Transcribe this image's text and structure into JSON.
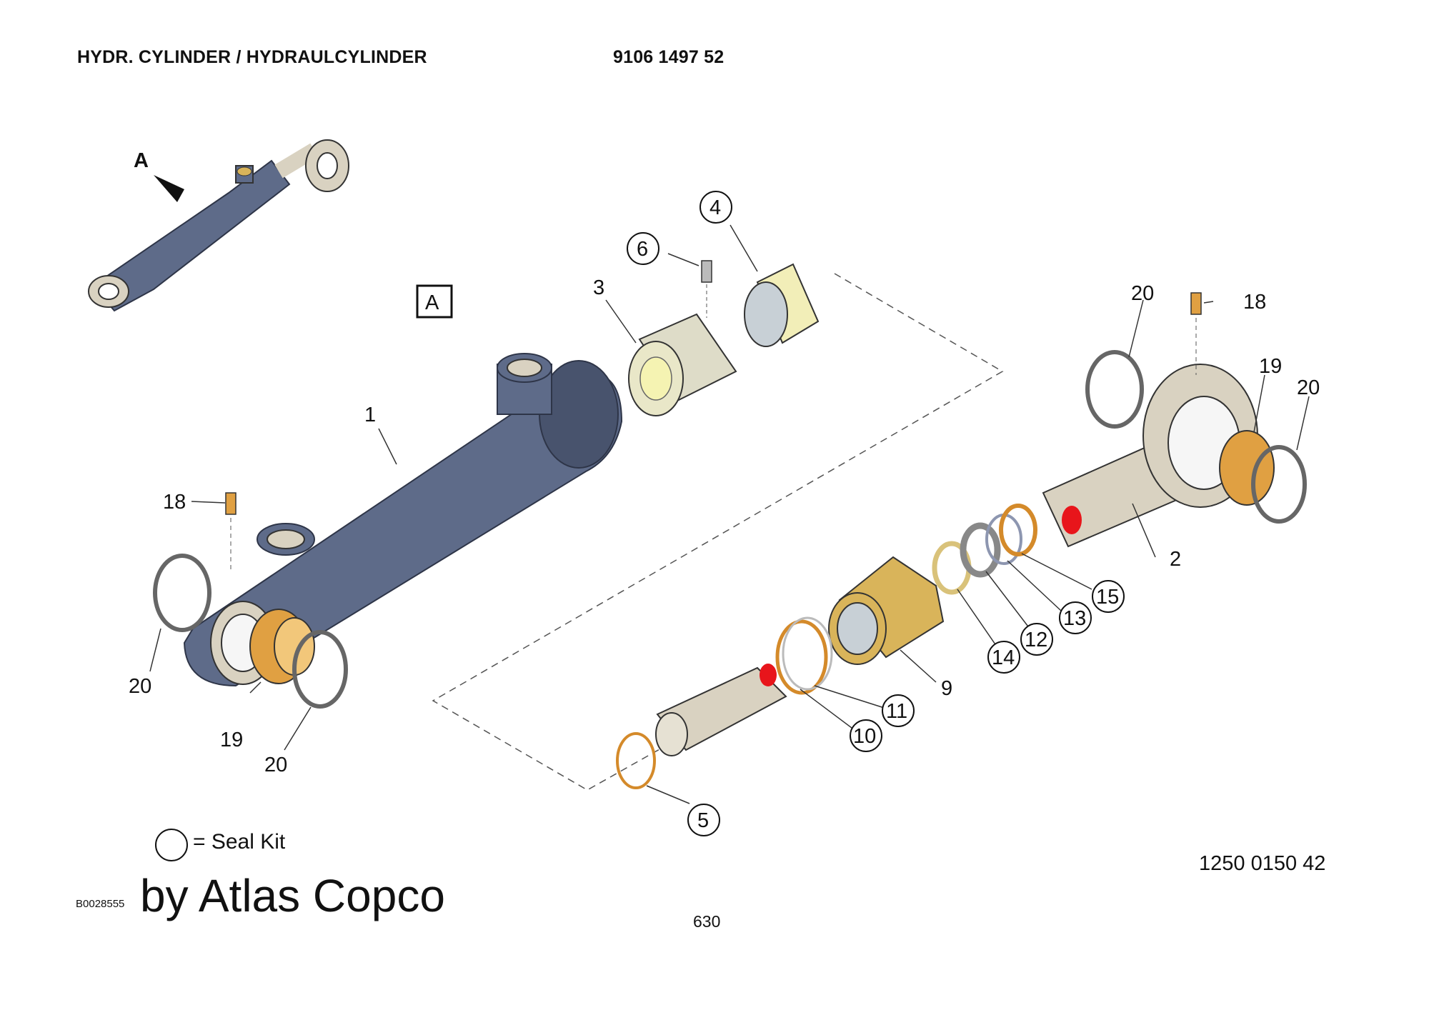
{
  "header": {
    "title": "HYDR. CYLINDER / HYDRAULCYLINDER",
    "part_number": "9106 1497 52"
  },
  "view_marker": {
    "arrow_label": "A",
    "boxed_label": "A"
  },
  "callouts": {
    "barrel": "1",
    "rod": "2",
    "piston": "3",
    "guide_ring": "4",
    "oring_5": "5",
    "screw": "6",
    "gland": "9",
    "seal_10": "10",
    "seal_11": "11",
    "seal_12": "12",
    "seal_13": "13",
    "seal_14": "14",
    "seal_15": "15",
    "grease_nipple_left": "18",
    "grease_nipple_right": "18",
    "bushing_left": "19",
    "bushing_right": "19",
    "circlip_left_outer": "20",
    "circlip_left_inner": "20",
    "circlip_right_outer": "20",
    "circlip_right_inner": "20"
  },
  "legend": {
    "seal_kit": "= Seal Kit"
  },
  "footer": {
    "drawing_number": "1250 0150 42",
    "reference_code": "B0028555",
    "brand": "by Atlas Copco",
    "page_number": "630"
  },
  "colors": {
    "barrel": "#5e6b89",
    "barrel_dark": "#48536d",
    "rod": "#d9d2c1",
    "brass": "#d9b45a",
    "guide": "#f2eeb8",
    "bushing": "#e0a042",
    "seal_orange": "#d48a2a",
    "red_mark": "#e8151b"
  }
}
